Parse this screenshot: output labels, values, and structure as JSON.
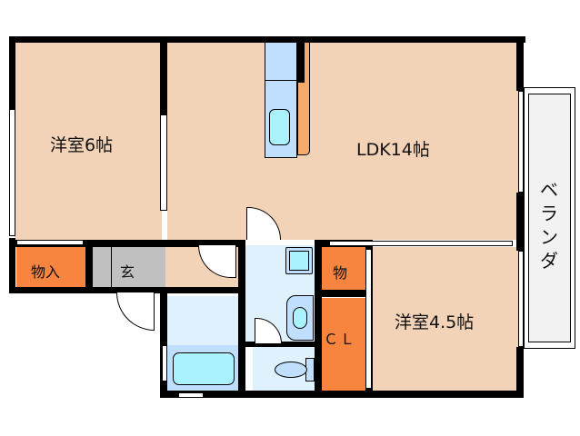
{
  "floor_plan": {
    "type": "2LDK apartment layout",
    "rooms": [
      {
        "id": "western-room-6",
        "label": "洋室6帖",
        "area_jo": 6
      },
      {
        "id": "ldk",
        "label": "LDK14帖",
        "area_jo": 14
      },
      {
        "id": "western-room-4-5",
        "label": "洋室4.5帖",
        "area_jo": 4.5
      },
      {
        "id": "storage-1",
        "label": "物入"
      },
      {
        "id": "entrance",
        "label": "玄"
      },
      {
        "id": "storage-2",
        "label": "物"
      },
      {
        "id": "closet",
        "label": "ＣＬ"
      },
      {
        "id": "veranda",
        "label": "ベランダ"
      }
    ],
    "fixtures": [
      "kitchen-sink",
      "kitchen-counter",
      "washbasin",
      "washing-machine-pan",
      "bathtub",
      "toilet"
    ],
    "colors": {
      "room_floor": "#f2d3b8",
      "wet_area": "#dff1fd",
      "storage": "#f7843f",
      "entrance": "#c0c0c0",
      "fixture_blue": "#c0dffe",
      "fixture_cyan": "#aaf2fe",
      "veranda": "#f2f2f2",
      "wall": "#000000"
    }
  }
}
